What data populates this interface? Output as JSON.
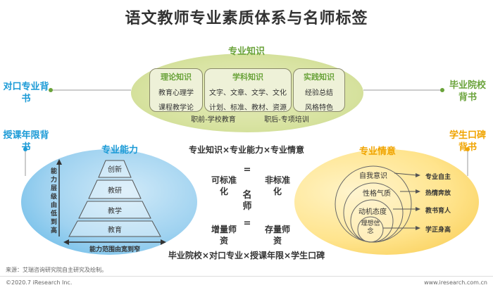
{
  "title": "语文教师专业素质体系与名师标签",
  "left_tags": [
    "对口专业背书",
    "授课年限背书"
  ],
  "right_tags": [
    "毕业院校背书",
    "学生口碑背书"
  ],
  "professional_knowledge": {
    "title": "专业知识",
    "boxes": [
      {
        "head": "理论知识",
        "lines": [
          "教育心理学",
          "课程教学论"
        ]
      },
      {
        "head": "学科知识",
        "lines": [
          "文字、文章、文学、文化",
          "计划、标准、教材、资源"
        ]
      },
      {
        "head": "实践知识",
        "lines": [
          "经验总结",
          "风格特色"
        ]
      }
    ],
    "stages": [
      "职前-学校教育",
      "职后-专项培训"
    ]
  },
  "center": {
    "formula_top": "专业知识×专业能力×专业情意",
    "formula_bottom": "毕业院校×对口专业×授课年限×学生口碑",
    "left_top": "可标准化",
    "left_bottom": "增量师资",
    "right_top": "非标准化",
    "right_bottom": "存量师资",
    "equals": "=",
    "famous": "名师"
  },
  "professional_ability": {
    "title": "专业能力",
    "levels": [
      "创新",
      "教研",
      "教学",
      "教育"
    ],
    "vertical_label": "能力层级由低到高",
    "horizontal_label": "能力范围由宽到窄"
  },
  "professional_emotion": {
    "title": "专业情意",
    "circles": [
      "自我意识",
      "性格气质",
      "动机态度",
      "理想信念"
    ],
    "labels": [
      "专业自主",
      "热情奔放",
      "教书育人",
      "学正身高"
    ]
  },
  "footer": {
    "source": "来源：艾瑞咨询研究院自主研究及绘制。",
    "copyright": "©2020.7 iResearch Inc.",
    "website": "www.iresearch.com.cn"
  },
  "colors": {
    "blue": "#1a9ad6",
    "green": "#6aa33a",
    "orange": "#f0a400"
  }
}
